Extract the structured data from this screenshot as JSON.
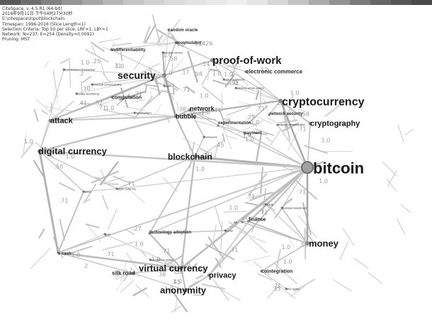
{
  "header": {
    "lines": [
      "CiteSpace, v. 4.5.R1 (64-bit)",
      "2016年9月11日 下午04时27分30秒",
      "E:\\citespace\\input\\blockchain",
      "Timespan: 1996-2016 (Slice Length=1)",
      "Selection Criteria: Top 50 per slice, LRF=1, LBY=1",
      "Network: N=237, E=254 (Density=0.0091)",
      "Pruning: MST"
    ],
    "timeline_colors": [
      "#5a5a5a",
      "#6e6e6e",
      "#828282",
      "#949494",
      "#a6a6a6",
      "#b6b6b6",
      "#c4c4c4",
      "#d0d0d0",
      "#dadada",
      "#e2e2e2",
      "#e8e8e8",
      "#eeeeee",
      "#e4e4e4",
      "#d6d6d6",
      "#c2c2c2",
      "#aaaaaa",
      "#929292",
      "#7a7a7a",
      "#666666",
      "#555555",
      "#4a4a4a"
    ]
  },
  "network": {
    "nodes": [
      {
        "id": "bitcoin",
        "label": "bitcoin",
        "size": 22
      },
      {
        "id": "cryptocurrency",
        "label": "cryptocurrency",
        "size": 16
      },
      {
        "id": "proof-of-work",
        "label": "proof-of-work",
        "size": 15
      },
      {
        "id": "security",
        "label": "security",
        "size": 14
      },
      {
        "id": "digital-currency",
        "label": "digital currency",
        "size": 13
      },
      {
        "id": "money",
        "label": "money",
        "size": 13
      },
      {
        "id": "virtual-currency",
        "label": "virtual currency",
        "size": 13
      },
      {
        "id": "anonymity",
        "label": "anonymity",
        "size": 13
      },
      {
        "id": "blockchain",
        "label": "blockchain",
        "size": 12
      },
      {
        "id": "cryptography",
        "label": "cryptography",
        "size": 11
      },
      {
        "id": "attack",
        "label": "attack",
        "size": 11
      },
      {
        "id": "privacy",
        "label": "privacy",
        "size": 11
      },
      {
        "id": "network",
        "label": "network",
        "size": 9
      },
      {
        "id": "bubble",
        "label": "bubble",
        "size": 9
      },
      {
        "id": "silk-road",
        "label": "silk road",
        "size": 8
      },
      {
        "id": "finance",
        "label": "finance",
        "size": 7
      },
      {
        "id": "cointegration",
        "label": "cointegration",
        "size": 7
      },
      {
        "id": "electronic-commerce",
        "label": "electronic commerce",
        "size": 8
      },
      {
        "id": "computation",
        "label": "computation",
        "size": 7
      },
      {
        "id": "experimentation",
        "label": "experimentation",
        "size": 6
      },
      {
        "id": "payment",
        "label": "payment",
        "size": 6
      },
      {
        "id": "network-security",
        "label": "network security",
        "size": 6
      },
      {
        "id": "technology-adoption",
        "label": "technology adoption",
        "size": 6
      },
      {
        "id": "accumulator",
        "label": "accumulator",
        "size": 6
      },
      {
        "id": "indifferentiability",
        "label": "indifferentiability",
        "size": 6
      },
      {
        "id": "random-oracle",
        "label": "random oracle",
        "size": 6
      },
      {
        "id": "e-cash",
        "label": "e cash",
        "size": 6
      },
      {
        "id": "decentralized-transaction",
        "label": "decentralized transaction",
        "size": 4
      },
      {
        "id": "financial-service",
        "label": "financial service",
        "size": 4
      },
      {
        "id": "cash-equilibrium",
        "label": "cash equilibrium",
        "size": 4
      },
      {
        "id": "stateless-email-system",
        "label": "stateless email system",
        "size": 4
      },
      {
        "id": "universal-composability",
        "label": "universal composability",
        "size": 4
      },
      {
        "id": "money-laundering",
        "label": "money laundering",
        "size": 4
      },
      {
        "id": "cryptosystem",
        "label": "cryptosystem",
        "size": 4
      },
      {
        "id": "framework",
        "label": "framework",
        "size": 4
      },
      {
        "id": "vehicular-communication",
        "label": "vehicular communication",
        "size": 3.5
      },
      {
        "id": "paper-currency",
        "label": "paper currency",
        "size": 4
      },
      {
        "id": "space",
        "label": "space",
        "size": 4
      },
      {
        "id": "utopia",
        "label": "utopia",
        "size": 4
      },
      {
        "id": "financial-investment",
        "label": "financial investment",
        "size": 4
      },
      {
        "id": "fiat",
        "label": "fiat",
        "size": 4
      },
      {
        "id": "model",
        "label": "model",
        "size": 4
      },
      {
        "id": "acceptance-model",
        "label": "acceptance model",
        "size": 4
      },
      {
        "id": "gold",
        "label": "gold",
        "size": 4
      },
      {
        "id": "time-series",
        "label": "time series",
        "size": 4
      },
      {
        "id": "scale",
        "label": "scale",
        "size": 4
      }
    ],
    "edge_labels": [
      "1.0",
      "1.0",
      "1.0",
      "1.0",
      "1.0",
      "1.0",
      "1.0",
      "1.0",
      "1.0",
      "1.0",
      "1.0",
      "1.0",
      "1.0",
      "1.0",
      "1.0",
      "1.0",
      "1.0",
      "1.0",
      "1.0",
      "1.0",
      "1.0",
      "1.0",
      "1.0",
      "1.0",
      "1.0",
      "1.0",
      "1.0",
      "1.0",
      "1.0",
      "1.0",
      ".71",
      ".71",
      ".71",
      ".71",
      ".71",
      ".71",
      ".71",
      ".71",
      ".71",
      ".71",
      ".71",
      ".71",
      ".71",
      ".71",
      ".71",
      ".71",
      ".58",
      ".58",
      ".58",
      ".58",
      ".50",
      ".50",
      ".50",
      ".45",
      ".45",
      ".45",
      ".41",
      ".41",
      ".41",
      ".38",
      ".38",
      ".35",
      ".35",
      ".33",
      ".32",
      ".29",
      ".29",
      ".28",
      ".27",
      ".26",
      ".25",
      ".24",
      ".2",
      ".2",
      ".17",
      ".14",
      ".12",
      ".10"
    ]
  }
}
